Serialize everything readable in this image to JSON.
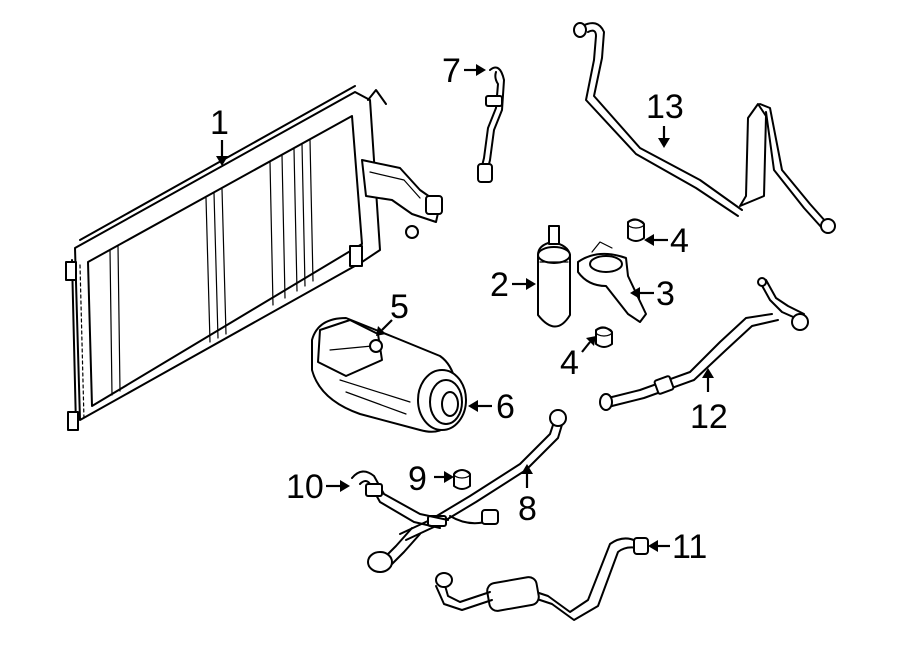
{
  "callouts": {
    "c1": "1",
    "c2": "2",
    "c3": "3",
    "c4a": "4",
    "c4b": "4",
    "c5": "5",
    "c6": "6",
    "c7": "7",
    "c8": "8",
    "c9": "9",
    "c10": "10",
    "c11": "11",
    "c12": "12",
    "c13": "13"
  },
  "colors": {
    "line": "#000000",
    "background": "#ffffff"
  }
}
